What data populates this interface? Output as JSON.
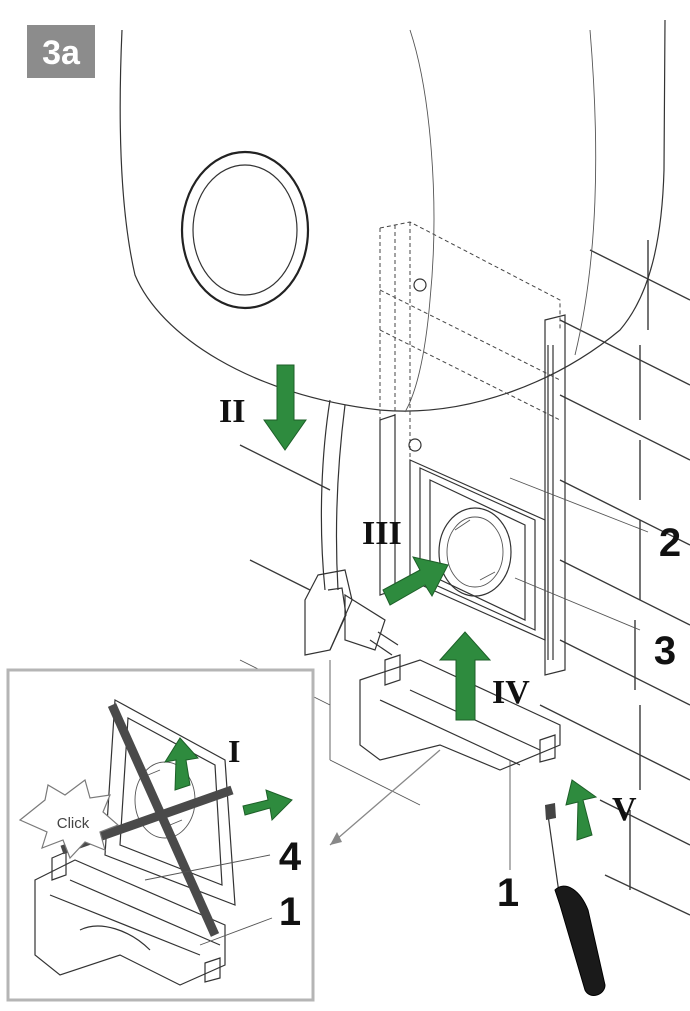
{
  "figure_tag": "3a",
  "steps": {
    "step1": "I",
    "step2": "II",
    "step3": "III",
    "step4": "IV",
    "step5": "V"
  },
  "callouts": {
    "c1_main": "1",
    "c2": "2",
    "c3": "3",
    "c4": "4",
    "c1_inset": "1"
  },
  "inset": {
    "click_text": "Click"
  },
  "colors": {
    "arrow_fill": "#2e8b3e",
    "tag_bg": "#8c8c8c",
    "tag_text": "#ffffff",
    "cross": "#4a4a4a"
  },
  "icons": {
    "arrow": "green-arrow-icon",
    "cross": "x-cross-icon",
    "burst": "click-burst-icon",
    "screwdriver": "screwdriver-icon"
  }
}
